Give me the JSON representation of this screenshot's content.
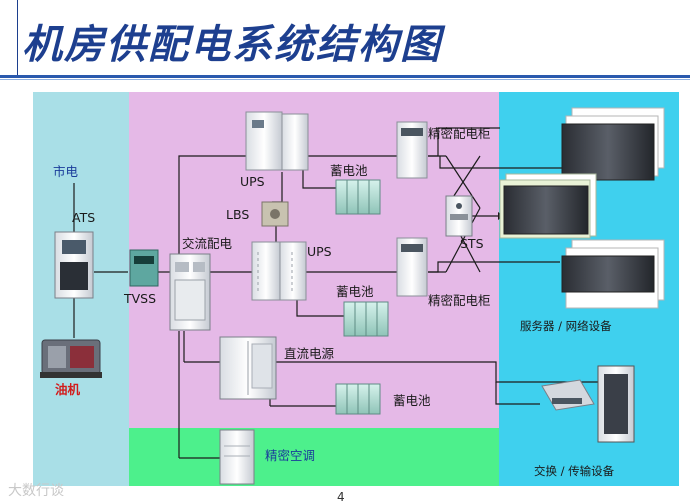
{
  "title": "机房供配电系统结构图",
  "page_number": "4",
  "watermark": "大数行谈",
  "zones": {
    "power_source": "#a9dfe7",
    "distribution": "#e5b9e7",
    "load": "#3fd0ee",
    "cooling": "#4df08c"
  },
  "labels": {
    "mains": "市电",
    "ats": "ATS",
    "generator": "油机",
    "tvss": "TVSS",
    "ac_distribution": "交流配电",
    "ups_top": "UPS",
    "ups_mid": "UPS",
    "lbs": "LBS",
    "battery_top": "蓄电池",
    "battery_mid": "蓄电池",
    "battery_dc": "蓄电池",
    "precision_pdu_top": "精密配电柜",
    "precision_pdu_mid": "精密配电柜",
    "sts": "STS",
    "dc_power": "直流电源",
    "precision_ac": "精密空调",
    "servers_network": "服务器 / 网络设备",
    "switching_transmission": "交换 / 传输设备"
  }
}
